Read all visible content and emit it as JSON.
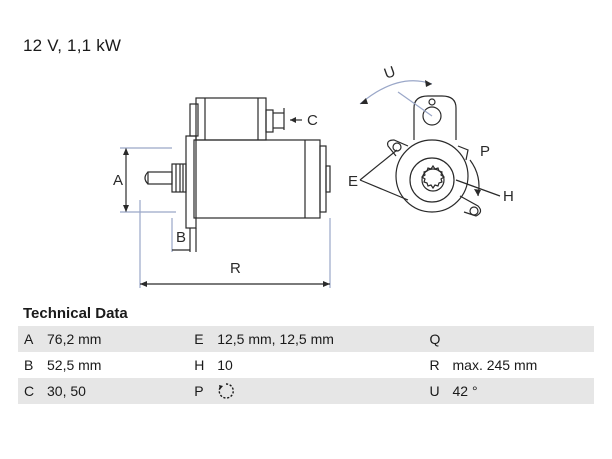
{
  "header": {
    "spec": "12 V, 1,1 kW"
  },
  "drawing": {
    "labels": {
      "A": "A",
      "B": "B",
      "C": "C",
      "E": "E",
      "H": "H",
      "P": "P",
      "R": "R",
      "U": "U"
    }
  },
  "technical_data": {
    "title": "Technical Data",
    "rows": [
      [
        {
          "key": "A",
          "value": "76,2 mm"
        },
        {
          "key": "E",
          "value": "12,5 mm, 12,5 mm"
        },
        {
          "key": "Q",
          "value": ""
        }
      ],
      [
        {
          "key": "B",
          "value": "52,5 mm"
        },
        {
          "key": "H",
          "value": "10"
        },
        {
          "key": "R",
          "value": "max. 245 mm"
        }
      ],
      [
        {
          "key": "C",
          "value": "30, 50"
        },
        {
          "key": "P",
          "value": "",
          "icon": "clockwise-rotation-icon"
        },
        {
          "key": "U",
          "value": "42 °"
        }
      ]
    ]
  }
}
